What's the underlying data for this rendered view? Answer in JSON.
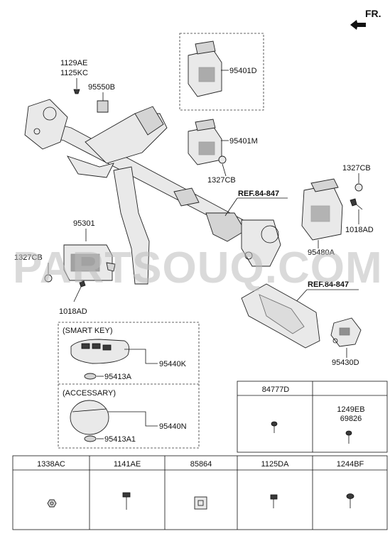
{
  "direction_label": "FR.",
  "watermark": "PARTSOUQ.COM",
  "callouts": {
    "p1129AE": "1129AE",
    "p1125KC": "1125KC",
    "p95550B": "95550B",
    "p95401D": "95401D",
    "p95401M": "95401M",
    "p1327CB_mid": "1327CB",
    "p1327CB_right": "1327CB",
    "ref_84_847_top": "REF.84-847",
    "p1018AD_right": "1018AD",
    "p95480A": "95480A",
    "p95301": "95301",
    "p1327CB_left": "1327CB",
    "p1018AD_left": "1018AD",
    "ref_84_847_bottom": "REF.84-847",
    "p95430D": "95430D"
  },
  "smart_key_group": {
    "title": "(SMART KEY)",
    "p95440K": "95440K",
    "p95413A": "95413A"
  },
  "accessory_group": {
    "title": "(ACCESSARY)",
    "p95440N": "95440N",
    "p95413A1": "95413A1"
  },
  "side_table": {
    "headers": [
      "84777D",
      ""
    ],
    "cell2_lines": [
      "1249EB",
      "69826"
    ]
  },
  "bottom_table": {
    "headers": [
      "1338AC",
      "1141AE",
      "85864",
      "1125DA",
      "1244BF"
    ]
  },
  "colors": {
    "line": "#111111",
    "part_fill": "#e9e9e9",
    "watermark": "#bdbdbd"
  }
}
